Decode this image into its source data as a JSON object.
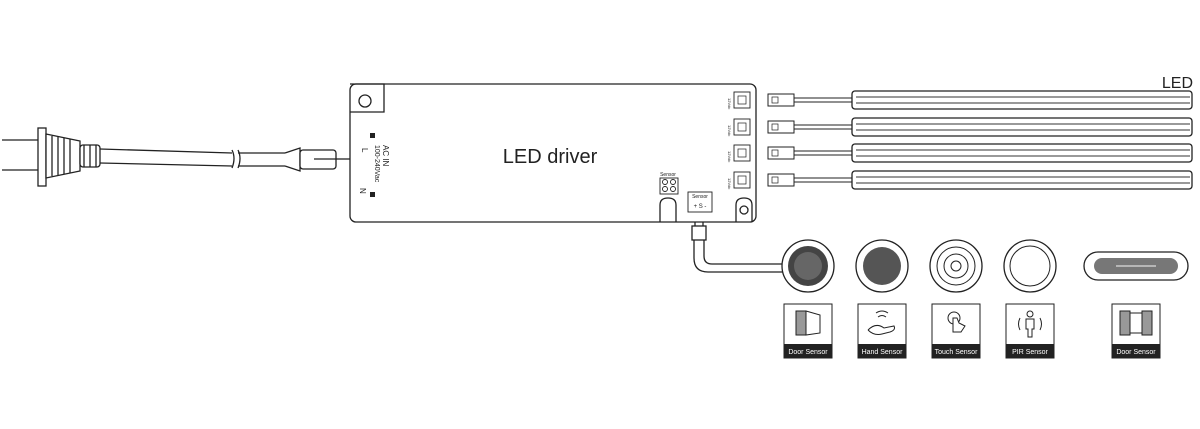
{
  "driver": {
    "title": "LED driver",
    "ac_in_line1": "AC   IN",
    "ac_in_line2": "100-240Vac",
    "label_l": "L",
    "label_n": "N",
    "sensor_label": "Sensor",
    "sensor_jack_label": "Sensor",
    "sensor_jack_pins": "+ S -",
    "output_label": "12Vdc"
  },
  "led_label": "LED",
  "sensors": [
    {
      "label": "Door Sensor",
      "icon": "door-icon"
    },
    {
      "label": "Hand Sensor",
      "icon": "hand-wave-icon"
    },
    {
      "label": "Touch Sensor",
      "icon": "touch-finger-icon"
    },
    {
      "label": "PIR Sensor",
      "icon": "person-motion-icon"
    },
    {
      "label": "Door Sensor",
      "icon": "double-door-icon"
    }
  ],
  "colors": {
    "line": "#222222",
    "dark_sensor": "#555555",
    "label_bg": "#222222",
    "label_text": "#ffffff"
  }
}
